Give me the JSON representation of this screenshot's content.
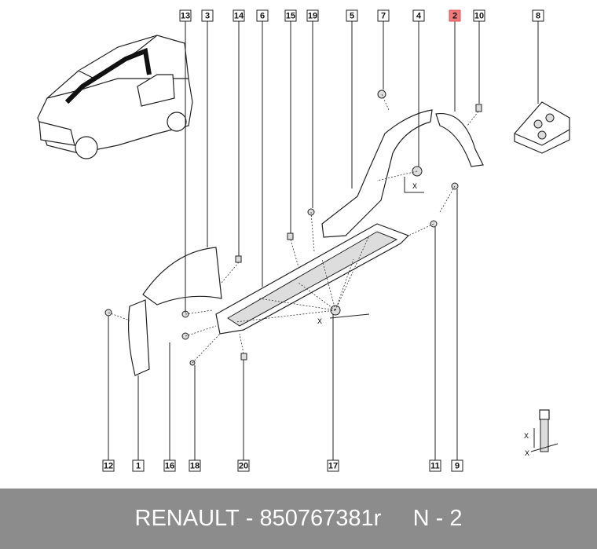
{
  "callouts_top": [
    {
      "id": "13",
      "highlighted": false
    },
    {
      "id": "3",
      "highlighted": false
    },
    {
      "id": "14",
      "highlighted": false
    },
    {
      "id": "6",
      "highlighted": false
    },
    {
      "id": "15",
      "highlighted": false
    },
    {
      "id": "19",
      "highlighted": false
    },
    {
      "id": "5",
      "highlighted": false
    },
    {
      "id": "7",
      "highlighted": false
    },
    {
      "id": "4",
      "highlighted": false
    },
    {
      "id": "2",
      "highlighted": true
    },
    {
      "id": "10",
      "highlighted": false
    },
    {
      "id": "8",
      "highlighted": false
    }
  ],
  "callouts_bottom": [
    {
      "id": "12"
    },
    {
      "id": "1"
    },
    {
      "id": "16"
    },
    {
      "id": "18"
    },
    {
      "id": "20"
    },
    {
      "id": "17"
    },
    {
      "id": "11"
    },
    {
      "id": "9"
    }
  ],
  "dimension_marks": {
    "x1": "X",
    "x2": "X",
    "x3": "X",
    "x4": "X"
  },
  "highlight_color": "#f07a7a",
  "footer": {
    "brand": "RENAULT",
    "separator": " - ",
    "part_number": "850767381r",
    "gap": "     ",
    "position": "N - 2"
  }
}
